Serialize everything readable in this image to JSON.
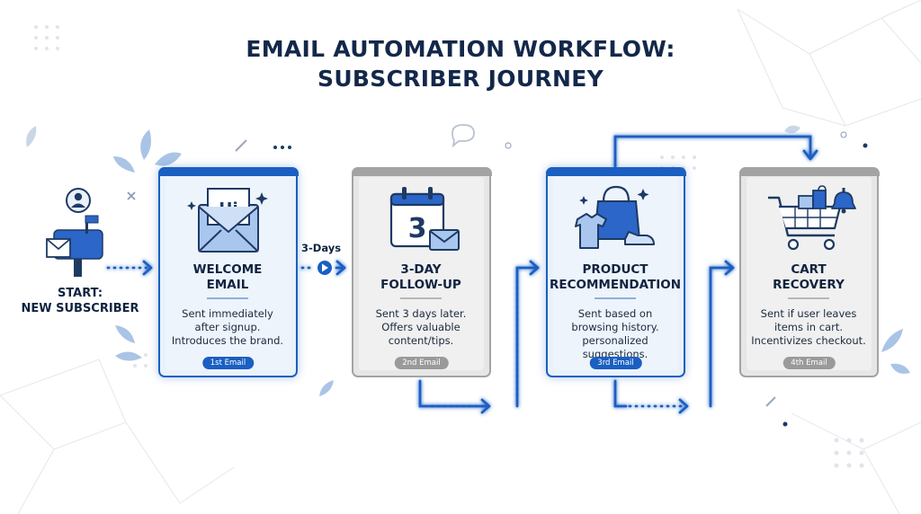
{
  "title_line1": "EMAIL AUTOMATION WORKFLOW:",
  "title_line2": "SUBSCRIBER JOURNEY",
  "start_line1": "START:",
  "start_line2": "NEW SUBSCRIBER",
  "delay_label": "3-Days",
  "colors": {
    "accent": "#1a5fc2",
    "inactive": "#a3a3a3",
    "title": "#13284a"
  },
  "steps": [
    {
      "name1": "WELCOME",
      "name2": "EMAIL",
      "icon": "hi-envelope-icon",
      "desc": [
        "Sent immediately",
        "after signup.",
        "Introduces the brand."
      ],
      "badge": "1st Email",
      "style": "active"
    },
    {
      "name1": "3-DAY",
      "name2": "FOLLOW-UP",
      "icon": "calendar-envelope-icon",
      "calendar_digit": "3",
      "desc": [
        "Sent 3 days later.",
        "Offers valuable",
        "content/tips."
      ],
      "badge": "2nd Email",
      "style": "inactive"
    },
    {
      "name1": "PRODUCT",
      "name2": "RECOMMENDATION",
      "icon": "shopping-bag-icon",
      "desc": [
        "Sent based on",
        "browsing history.",
        "personalized suggestions."
      ],
      "badge": "3rd Email",
      "style": "active"
    },
    {
      "name1": "CART",
      "name2": "RECOVERY",
      "icon": "shopping-cart-icon",
      "desc": [
        "Sent if user leaves",
        "items in cart.",
        "Incentivizes checkout."
      ],
      "badge": "4th Email",
      "style": "inactive"
    }
  ]
}
